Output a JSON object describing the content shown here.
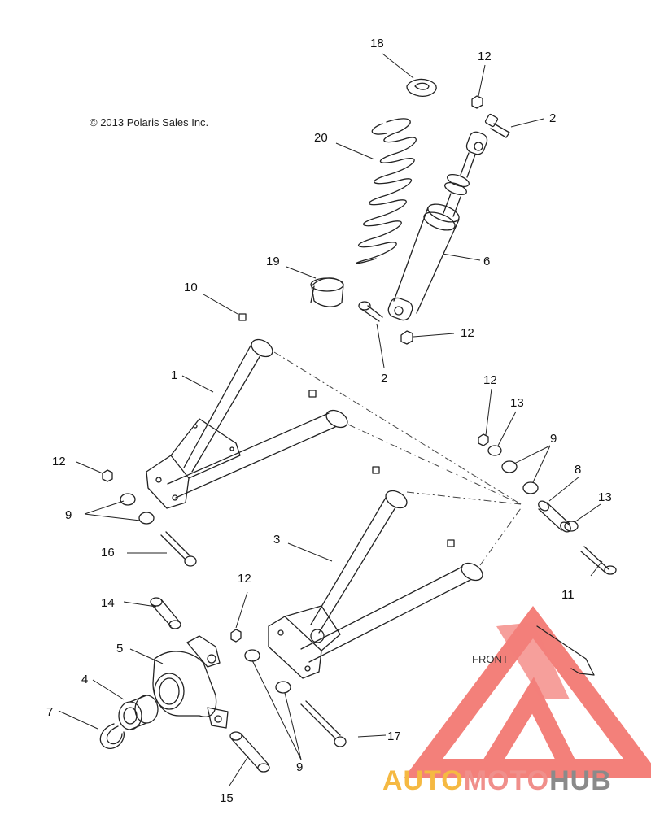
{
  "copyright": "© 2013 Polaris Sales Inc.",
  "front_label": "FRONT",
  "watermark": {
    "word1": "AUTO",
    "word2": "MOTO",
    "word3": "HUB",
    "colors": {
      "auto": "#f5b942",
      "moto": "#f08f8b",
      "hub": "#8a8a8a",
      "triangle": "#f26a63"
    }
  },
  "callouts": {
    "c1": "1",
    "c2a": "2",
    "c2b": "2",
    "c3": "3",
    "c4": "4",
    "c5": "5",
    "c6": "6",
    "c7": "7",
    "c8": "8",
    "c9a": "9",
    "c9b": "9",
    "c9c": "9",
    "c10": "10",
    "c11": "11",
    "c12a": "12",
    "c12b": "12",
    "c12c": "12",
    "c12d": "12",
    "c12e": "12",
    "c13a": "13",
    "c13b": "13",
    "c14": "14",
    "c15": "15",
    "c16": "16",
    "c17": "17",
    "c18": "18",
    "c19": "19",
    "c20": "20"
  }
}
